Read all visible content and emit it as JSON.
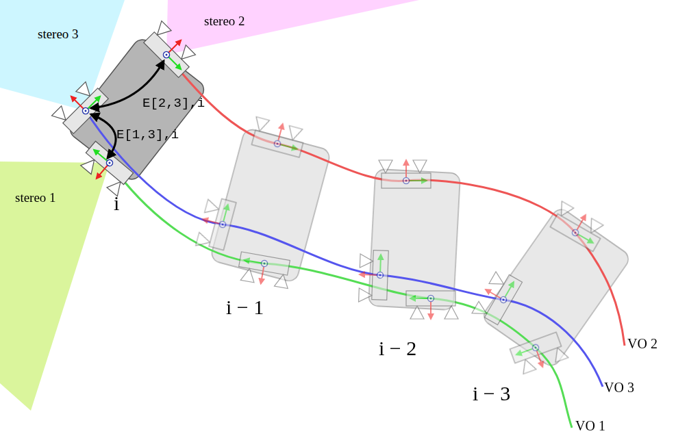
{
  "diagram": {
    "labels": [
      "stereo 3",
      "stereo 2",
      "E[2,3],i",
      "E[1,3],i",
      "stereo 1",
      "i",
      "i − 1",
      "i − 2",
      "i − 3",
      "VO 2",
      "VO 3",
      "VO 1"
    ]
  }
}
